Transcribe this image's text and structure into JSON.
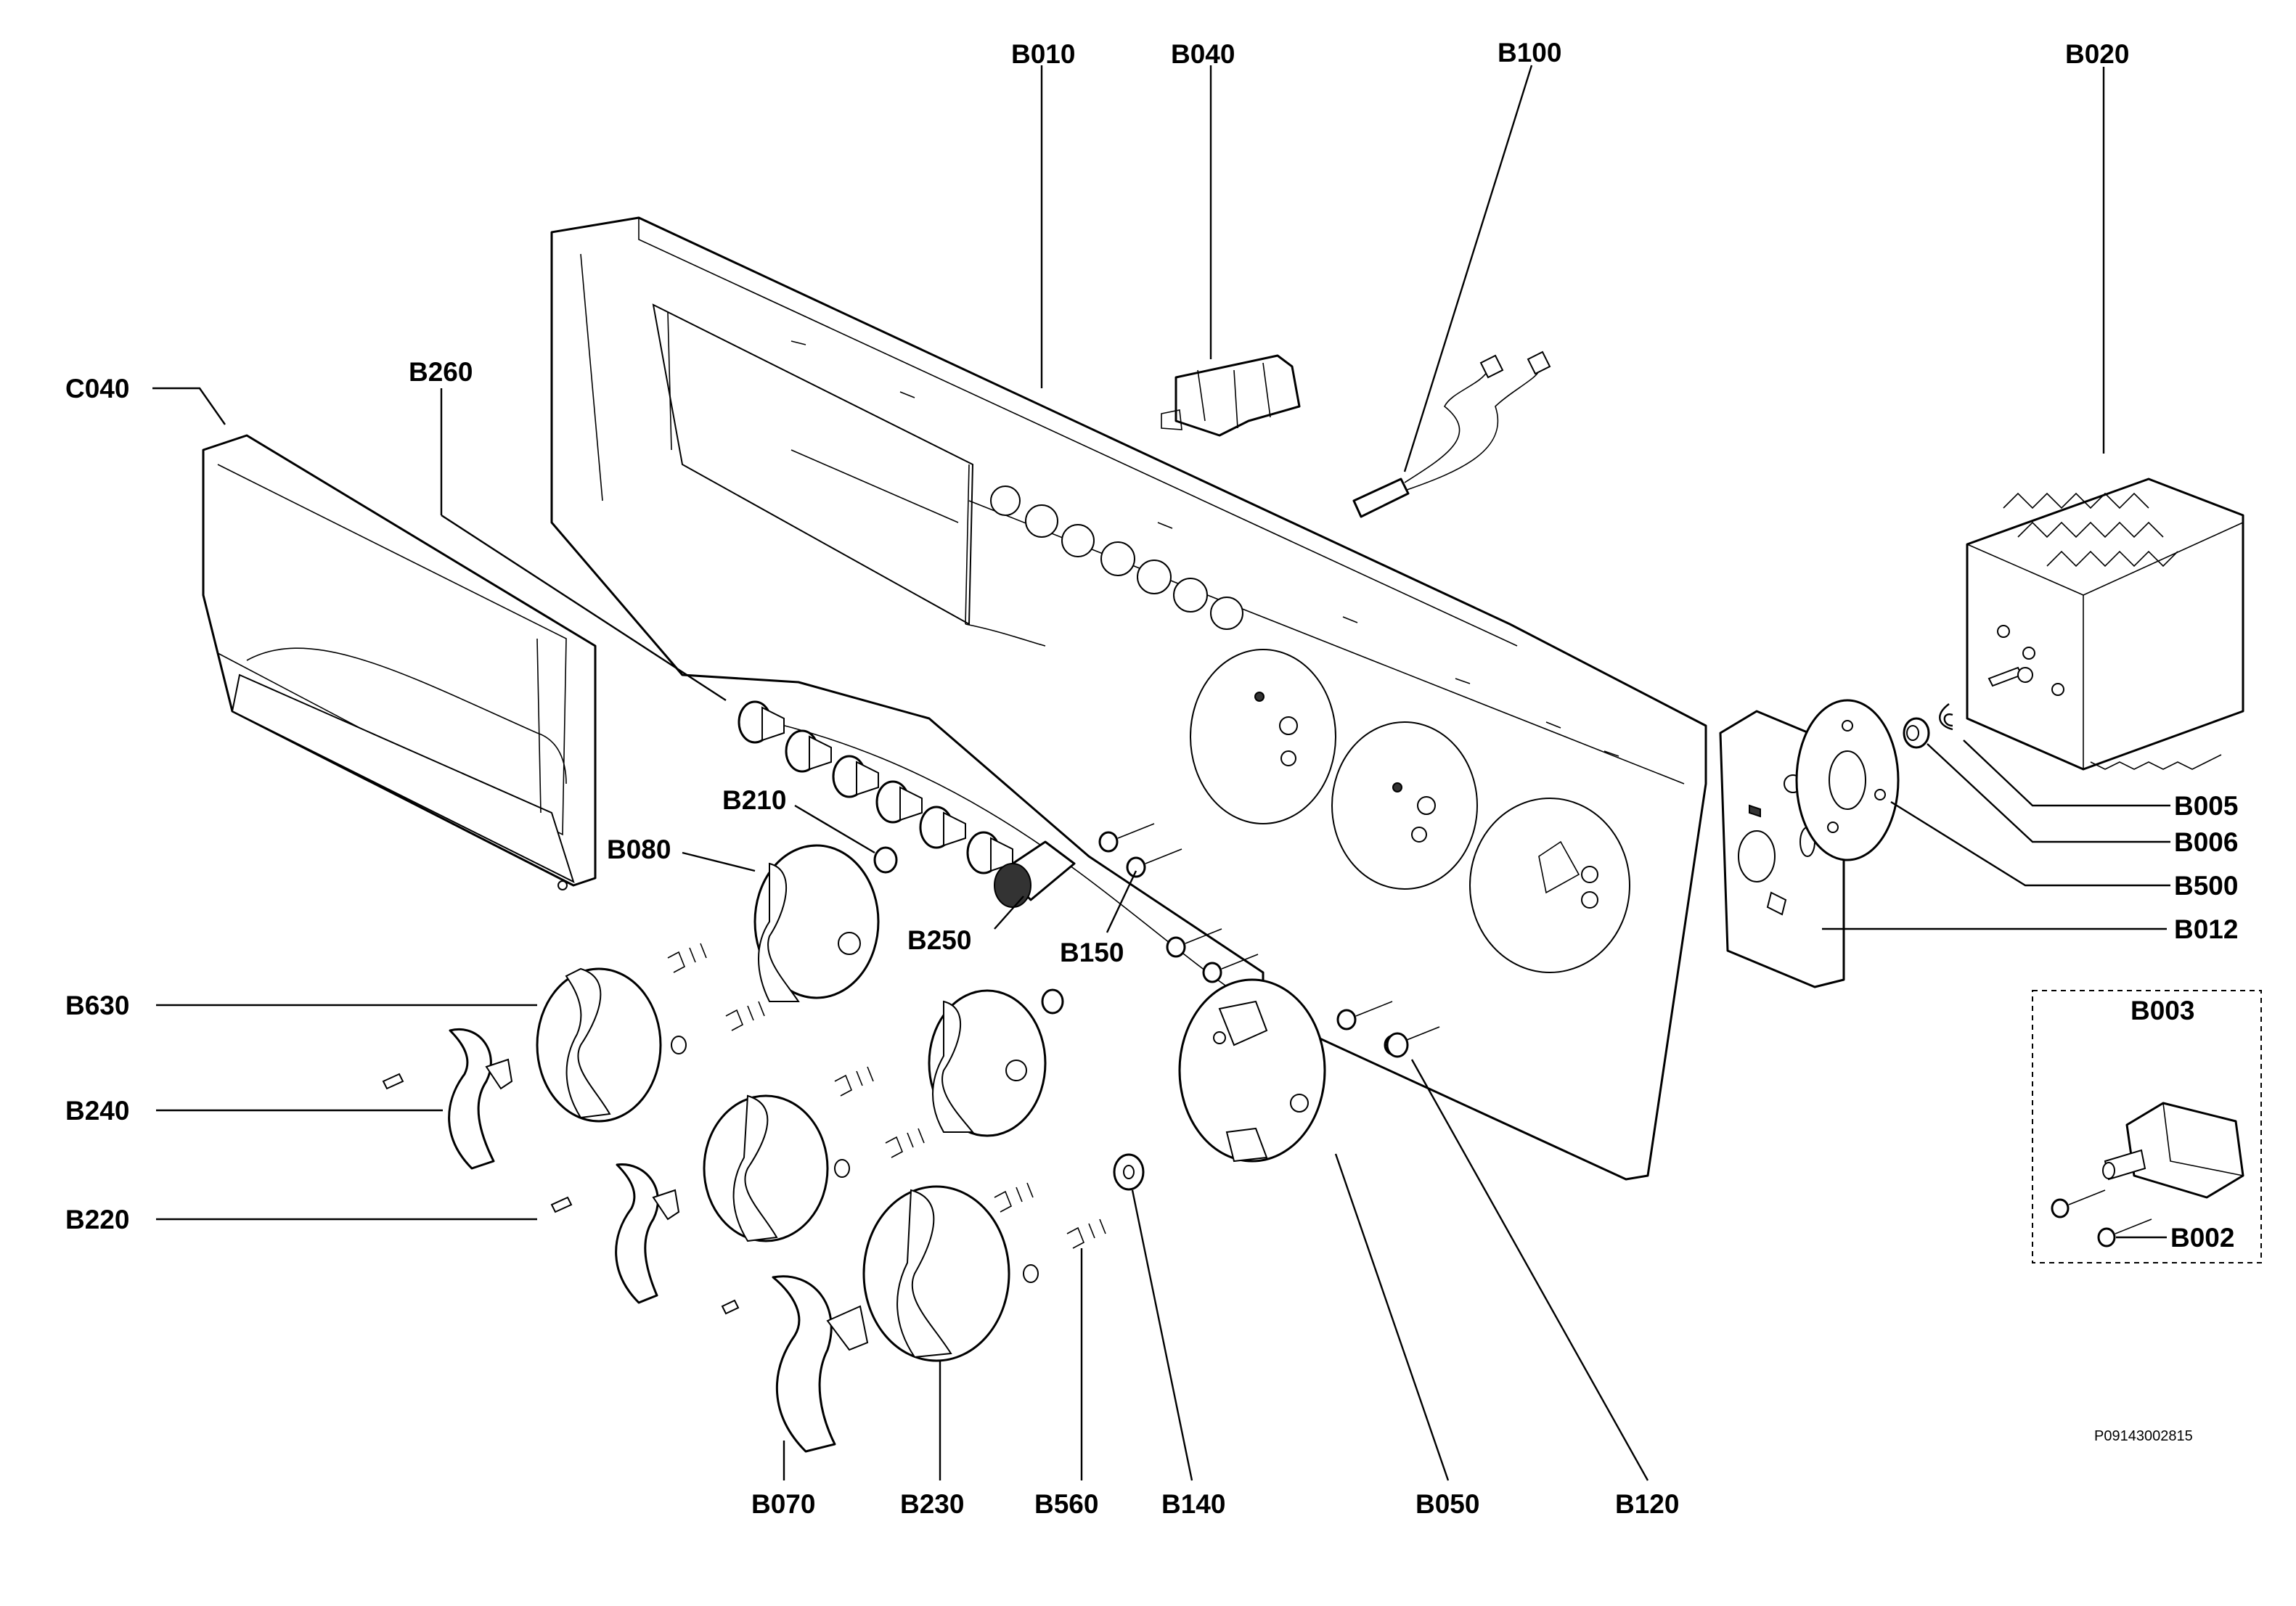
{
  "diagram": {
    "labels": {
      "B010": "B010",
      "B040": "B040",
      "B100": "B100",
      "B020": "B020",
      "C040": "C040",
      "B260": "B260",
      "B210": "B210",
      "B080": "B080",
      "B250": "B250",
      "B150": "B150",
      "B630": "B630",
      "B240": "B240",
      "B220": "B220",
      "B005": "B005",
      "B006": "B006",
      "B500": "B500",
      "B012": "B012",
      "B003": "B003",
      "B002": "B002",
      "B070": "B070",
      "B230": "B230",
      "B560": "B560",
      "B140": "B140",
      "B050": "B050",
      "B120": "B120"
    },
    "drawing_code": "P09143002815"
  }
}
